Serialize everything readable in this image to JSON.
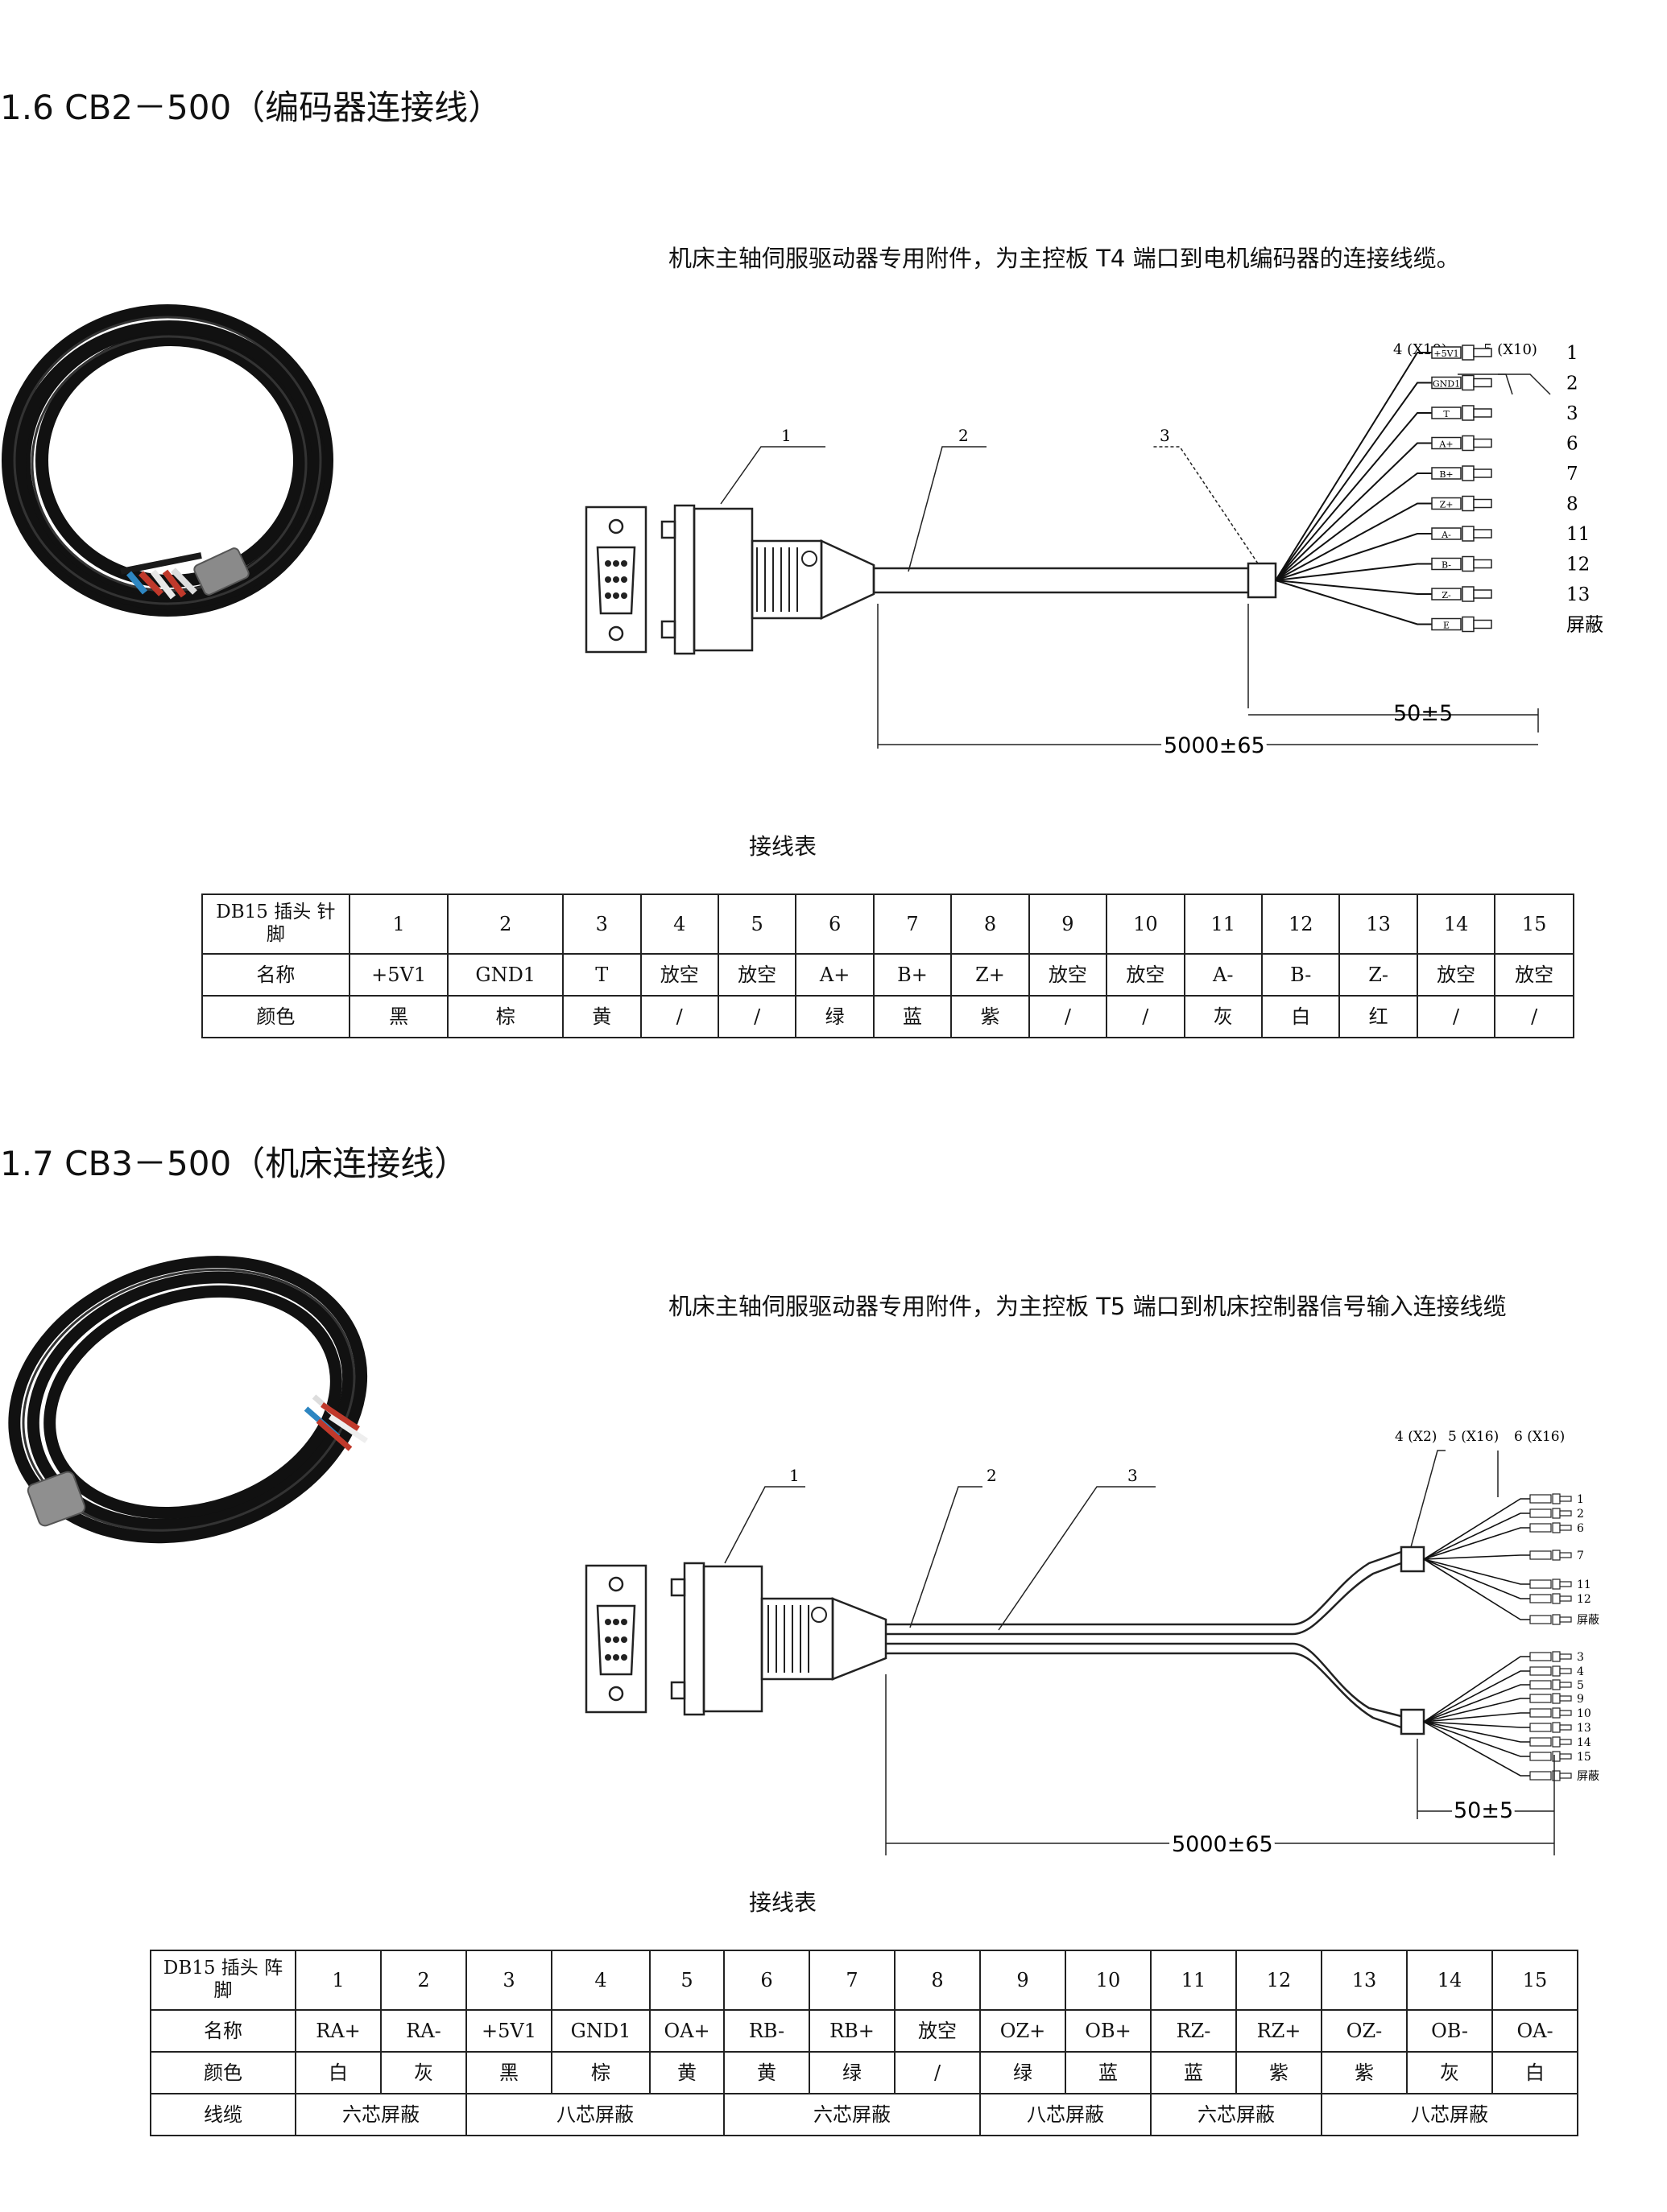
{
  "section1": {
    "title": "1.6 CB2－500（编码器连接线）",
    "description": "机床主轴伺服驱动器专用附件，为主控板 T4 端口到电机编码器的连接线缆。",
    "callouts": [
      "1",
      "2",
      "3"
    ],
    "part_labels": [
      "4 (X10)",
      "5 (X10)"
    ],
    "wire_labels": [
      "+5V1",
      "GND1",
      "T",
      "A+",
      "B+",
      "Z+",
      "A-",
      "B-",
      "Z-",
      "E"
    ],
    "wire_numbers": [
      "1",
      "2",
      "3",
      "6",
      "7",
      "8",
      "11",
      "12",
      "13",
      "屏蔽"
    ],
    "dim_total": "5000±65",
    "dim_lead": "50±5",
    "table_caption": "接线表",
    "table": {
      "header": "DB15 插头 针脚",
      "pins": [
        "1",
        "2",
        "3",
        "4",
        "5",
        "6",
        "7",
        "8",
        "9",
        "10",
        "11",
        "12",
        "13",
        "14",
        "15"
      ],
      "rows": [
        {
          "label": "名称",
          "cells": [
            "+5V1",
            "GND1",
            "T",
            "放空",
            "放空",
            "A+",
            "B+",
            "Z+",
            "放空",
            "放空",
            "A-",
            "B-",
            "Z-",
            "放空",
            "放空"
          ]
        },
        {
          "label": "颜色",
          "cells": [
            "黑",
            "棕",
            "黄",
            "/",
            "/",
            "绿",
            "蓝",
            "紫",
            "/",
            "/",
            "灰",
            "白",
            "红",
            "/",
            "/"
          ]
        }
      ]
    }
  },
  "section2": {
    "title": "1.7 CB3－500（机床连接线）",
    "description": "机床主轴伺服驱动器专用附件，为主控板 T5 端口到机床控制器信号输入连接线缆",
    "callouts": [
      "1",
      "2",
      "3"
    ],
    "part_labels": [
      "4 (X2)",
      "5 (X16)",
      "6 (X16)"
    ],
    "upper_numbers": [
      "1",
      "2",
      "6",
      "7",
      "11",
      "12",
      "屏蔽"
    ],
    "lower_numbers": [
      "3",
      "4",
      "5",
      "9",
      "10",
      "13",
      "14",
      "15",
      "屏蔽"
    ],
    "dim_total": "5000±65",
    "dim_lead": "50±5",
    "table_caption": "接线表",
    "table": {
      "header": "DB15 插头 阵脚",
      "pins": [
        "1",
        "2",
        "3",
        "4",
        "5",
        "6",
        "7",
        "8",
        "9",
        "10",
        "11",
        "12",
        "13",
        "14",
        "15"
      ],
      "rows": [
        {
          "label": "名称",
          "cells": [
            "RA+",
            "RA-",
            "+5V1",
            "GND1",
            "OA+",
            "RB-",
            "RB+",
            "放空",
            "OZ+",
            "OB+",
            "RZ-",
            "RZ+",
            "OZ-",
            "OB-",
            "OA-"
          ]
        },
        {
          "label": "颜色",
          "cells": [
            "白",
            "灰",
            "黑",
            "棕",
            "黄",
            "黄",
            "绿",
            "/",
            "绿",
            "蓝",
            "蓝",
            "紫",
            "紫",
            "灰",
            "白"
          ]
        }
      ],
      "cable_row": {
        "label": "线缆",
        "groups": [
          {
            "text": "六芯屏蔽",
            "span": 2
          },
          {
            "text": "八芯屏蔽",
            "span": 3
          },
          {
            "text": "六芯屏蔽",
            "span": 3
          },
          {
            "text": "八芯屏蔽",
            "span": 2
          },
          {
            "text": "六芯屏蔽",
            "span": 2
          },
          {
            "text": "八芯屏蔽",
            "span": 3
          }
        ]
      }
    }
  }
}
